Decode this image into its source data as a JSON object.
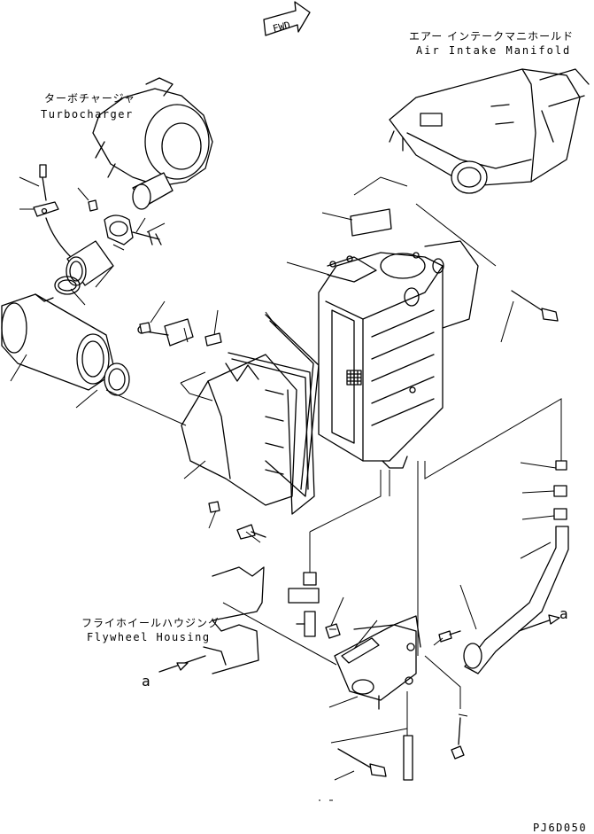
{
  "labels": {
    "fwd": "FWD",
    "air_intake_manifold_jp": "エアー インテークマニホールド",
    "air_intake_manifold": "Air Intake Manifold",
    "turbocharger_jp": "ターボチャージャ",
    "turbocharger": "Turbocharger",
    "flywheel_housing_jp": "フライホイールハウジング",
    "flywheel_housing": "Flywheel Housing",
    "ref_a": "a",
    "drawing_code": "PJ6D050"
  }
}
